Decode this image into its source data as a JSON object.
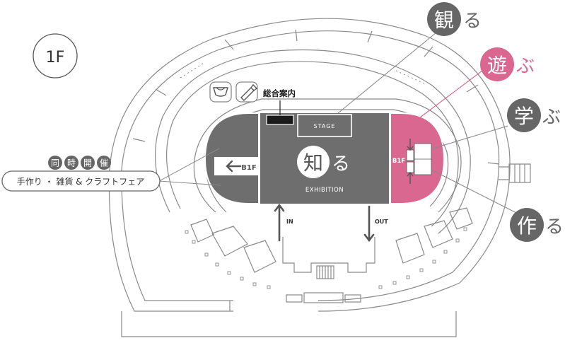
{
  "floor": {
    "label": "1F"
  },
  "colors": {
    "gray": "#666666",
    "pink": "#d9678f",
    "line": "#8a8a8a",
    "dark": "#1a1a1a"
  },
  "zones": {
    "info": {
      "label": "総合案内"
    },
    "stage": {
      "label": "STAGE"
    },
    "exhibition": {
      "kanji": "知",
      "kana": "る",
      "label": "EXHIBITION"
    },
    "left_b1f": {
      "label": "B1F"
    },
    "right_b1f": {
      "label": "B1F"
    }
  },
  "entrances": {
    "in": "IN",
    "out": "OUT"
  },
  "left_callout": {
    "chars": [
      "同",
      "時",
      "開",
      "催"
    ],
    "text": "手作り ・ 雑貨 & クラフトフェア"
  },
  "callouts": {
    "miru": {
      "kanji": "観",
      "kana": "る"
    },
    "asobu": {
      "kanji": "遊",
      "kana": "ぶ"
    },
    "manabu": {
      "kanji": "学",
      "kana": "ぶ"
    },
    "tsukuru": {
      "kanji": "作",
      "kana": "る"
    }
  },
  "icons": [
    "diaper-icon",
    "milk-bottle-icon"
  ]
}
